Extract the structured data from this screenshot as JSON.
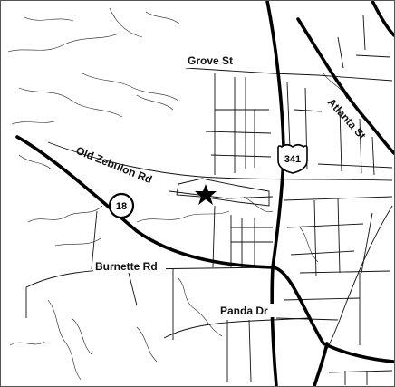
{
  "map": {
    "roads": {
      "grove_st": "Grove St",
      "atlanta_st": "Atlanta St",
      "old_zebulon_rd": "Old Zebulon Rd",
      "burnette_rd": "Burnette Rd",
      "panda_dr": "Panda Dr"
    },
    "shields": {
      "us_route": "341",
      "state_route": "18"
    },
    "marker": {
      "icon": "star-icon"
    },
    "colors": {
      "road": "#000000",
      "background": "#ffffff",
      "frame": "#555555"
    }
  }
}
